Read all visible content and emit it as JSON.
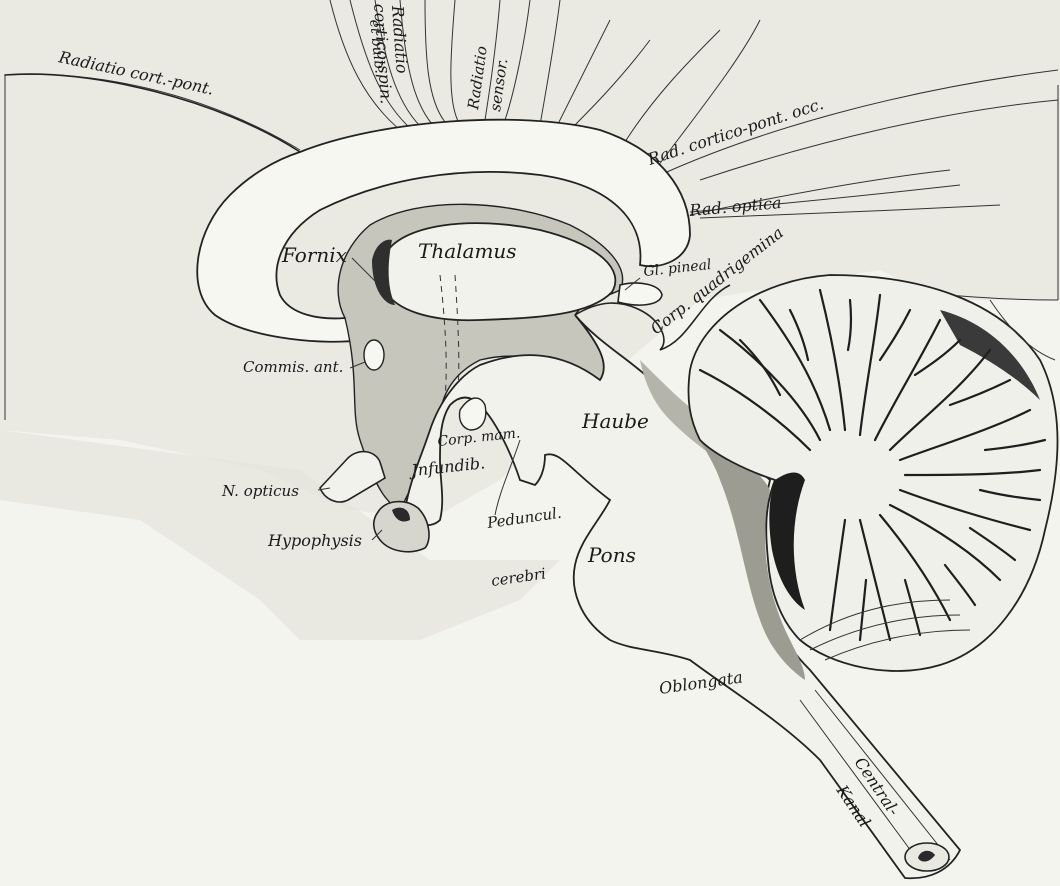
{
  "labels": {
    "radiatio_cort_pont": "Radiatio cort.-pont.",
    "et_bulb": "et bulb.",
    "radiatio_cortico_spin_1": "Radiatio",
    "radiatio_cortico_spin_2": "cortico-spin.",
    "radiatio_sensor_1": "Radiatio",
    "radiatio_sensor_2": "sensor.",
    "rad_cortico_pont_occ": "Rad. cortico-pont. occ.",
    "rad_optica": "Rad. optica",
    "fornix": "Fornix",
    "thalamus": "Thalamus",
    "gl_pineal": "Gl. pineal",
    "corp_quadrigemina": "Corp. quadrigemina",
    "commis_ant": "Commis. ant.",
    "haube": "Haube",
    "corp_mam": "Corp. mam.",
    "infundib": "Jnfundib.",
    "n_opticus": "N. opticus",
    "hypophysis": "Hypophysis",
    "peduncul_1": "Peduncul.",
    "peduncul_2": "cerebri",
    "pons": "Pons",
    "oblongata": "Oblongata",
    "central_1": "Central-",
    "central_2": "Kanal"
  },
  "colors": {
    "background": "#f4f4ee",
    "tissue": "#e8e8e0",
    "cortex_fill": "#f7f7f2",
    "shade": "#a8a8a0",
    "dark": "#2a2a2a",
    "ink": "#222222"
  }
}
